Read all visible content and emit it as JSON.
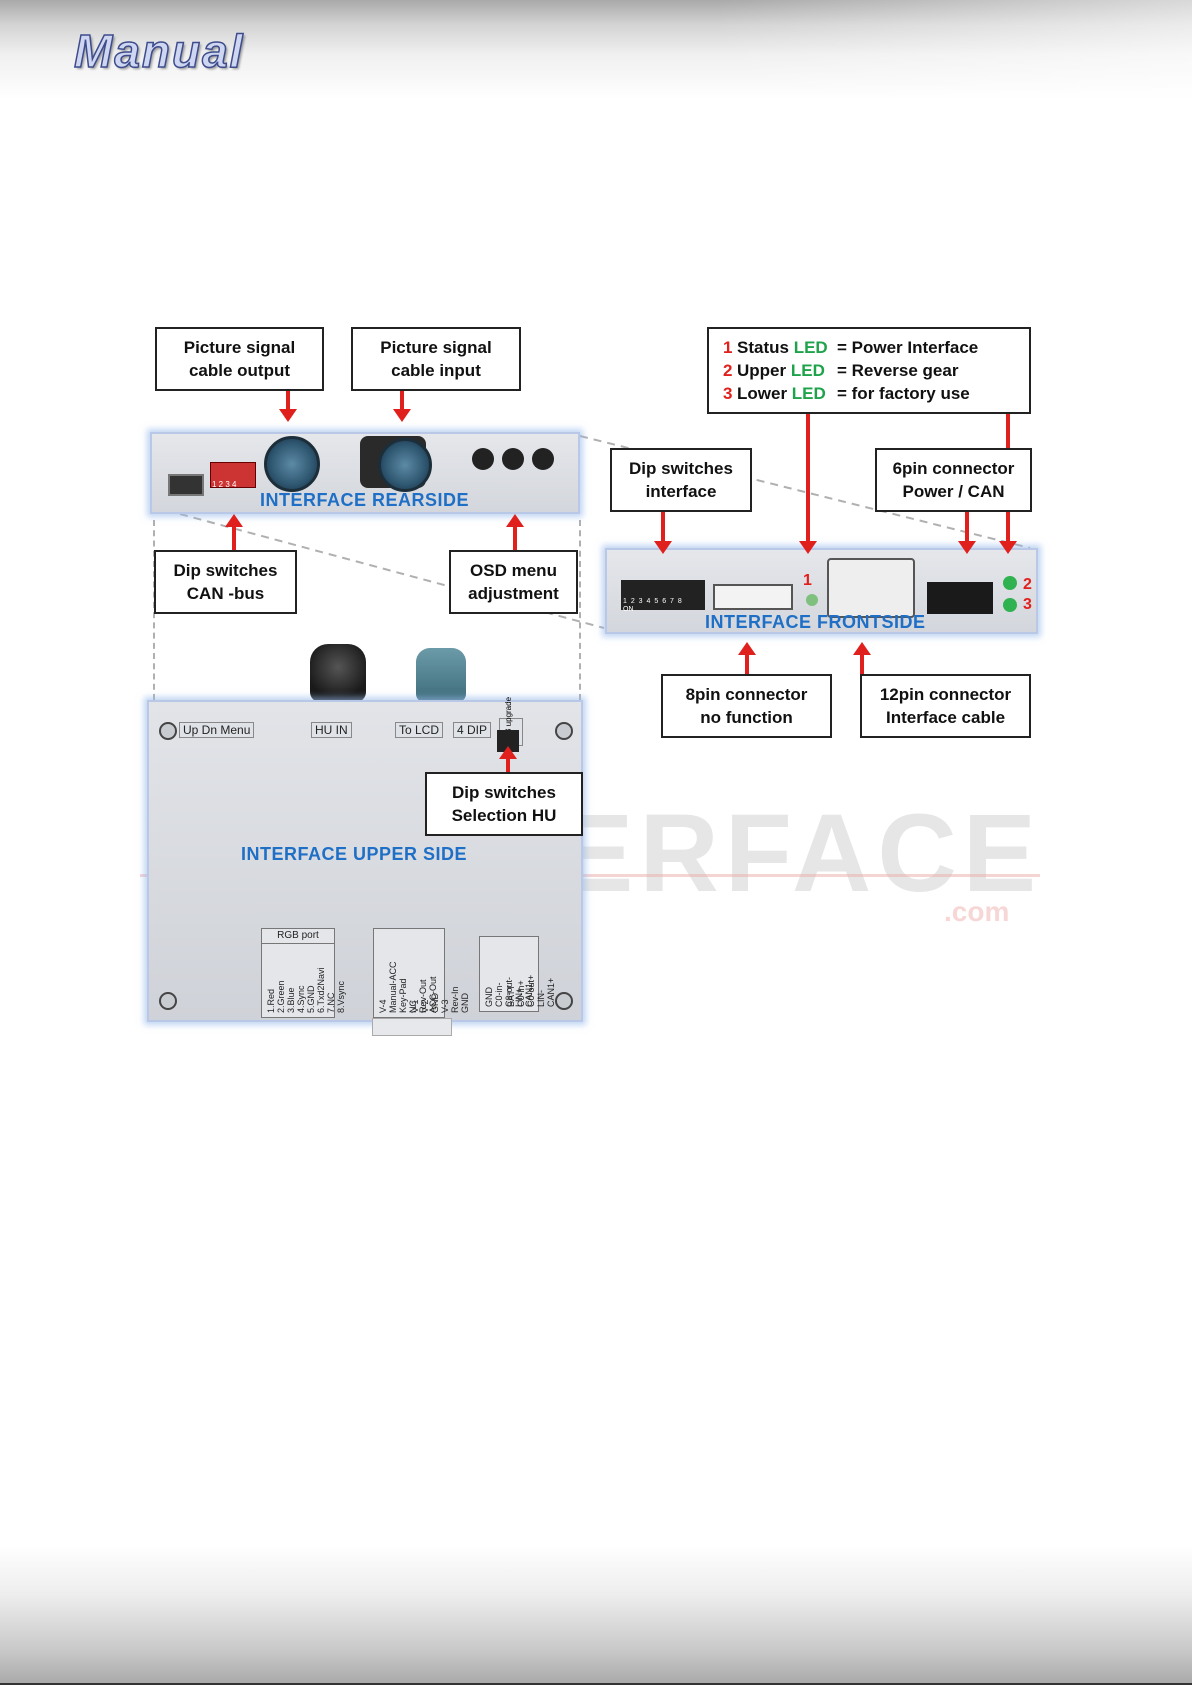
{
  "header": {
    "logo_text": "Manual"
  },
  "watermark": {
    "text": "ERFACE",
    "suffix": ".com"
  },
  "callouts": {
    "picture_out": [
      "Picture signal",
      "cable output"
    ],
    "picture_in": [
      "Picture signal",
      "cable input"
    ],
    "dip_canbus": [
      "Dip switches",
      "CAN -bus"
    ],
    "osd_menu": [
      "OSD menu",
      "adjustment"
    ],
    "dip_interface": [
      "Dip switches",
      "interface"
    ],
    "sixpin": [
      "6pin connector",
      "Power / CAN"
    ],
    "eightpin": [
      "8pin connector",
      "no function"
    ],
    "twelvepin": [
      "12pin connector",
      "Interface cable"
    ],
    "dip_hu": [
      "Dip switches",
      "Selection HU"
    ]
  },
  "leds": [
    {
      "num": "1",
      "name": "Status",
      "led": "LED",
      "desc": "= Power Interface"
    },
    {
      "num": "2",
      "name": "Upper",
      "led": "LED",
      "desc": "= Reverse gear"
    },
    {
      "num": "3",
      "name": "Lower",
      "led": "LED",
      "desc": "= for factory use"
    }
  ],
  "devices": {
    "rearside": "INTERFACE  REARSIDE",
    "frontside": "INTERFACE  FRONTSIDE",
    "upper": "INTERFACE  UPPER SIDE"
  },
  "front_markers": {
    "led1": "1",
    "led2": "2",
    "led3": "3",
    "dip_on": "ON",
    "dip_numbers": "1 2 3 4 5 6 7 8"
  },
  "rear_markers": {
    "dip_numbers": "1 2 3 4"
  },
  "upper_ports": {
    "updn": "Up Dn Menu",
    "huin": "HU IN",
    "tolcd": "To LCD",
    "fourdip": "4 DIP",
    "usb": "USB upgrade"
  },
  "rgb_port": {
    "title": "RGB port",
    "pins": "1.Red\n2.Green\n3.Blue\n4.Sync\n5.GND\n6.Txd2Navi\n7.NC\n8.Vsync"
  },
  "mid_port": {
    "col1": "V-4\nManual-ACC\nKey-Pad\nNC\nRev-Out\nACC-Out",
    "col2": "V-1\nV-2\nGND\nV-3\nRev-In\nGND"
  },
  "right_port": {
    "col1": "GND\nC0-in-\nC0-out-\nLIN+\nCAN1-",
    "col2": "BATT\nC0-in+\nC0-out+\nLIN-\nCAN1+"
  },
  "colors": {
    "arrow": "#e0201c",
    "device_label": "#1f6fc6",
    "led_green": "#1fa34a"
  }
}
